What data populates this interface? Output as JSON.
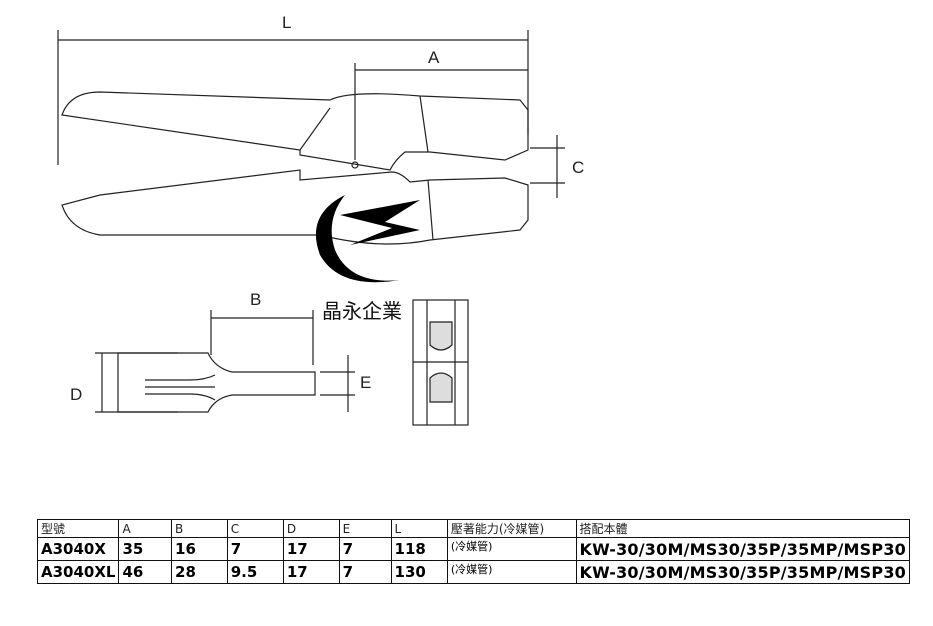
{
  "drawing": {
    "dimensions": {
      "L": "L",
      "A": "A",
      "B": "B",
      "C": "C",
      "D": "D",
      "E": "E"
    },
    "logo_text": "晶永企業"
  },
  "table": {
    "headers": [
      "型號",
      "A",
      "B",
      "C",
      "D",
      "E",
      "L",
      "壓著能力(冷媒管)",
      "搭配本體"
    ],
    "rows": [
      [
        "A3040X",
        "35",
        "16",
        "7",
        "17",
        "7",
        "118",
        "(冷媒管)",
        "KW-30/30M/MS30/35P/35MP/MSP30"
      ],
      [
        "A3040XL",
        "46",
        "28",
        "9.5",
        "17",
        "7",
        "130",
        "(冷媒管)",
        "KW-30/30M/MS30/35P/35MP/MSP30"
      ]
    ]
  }
}
